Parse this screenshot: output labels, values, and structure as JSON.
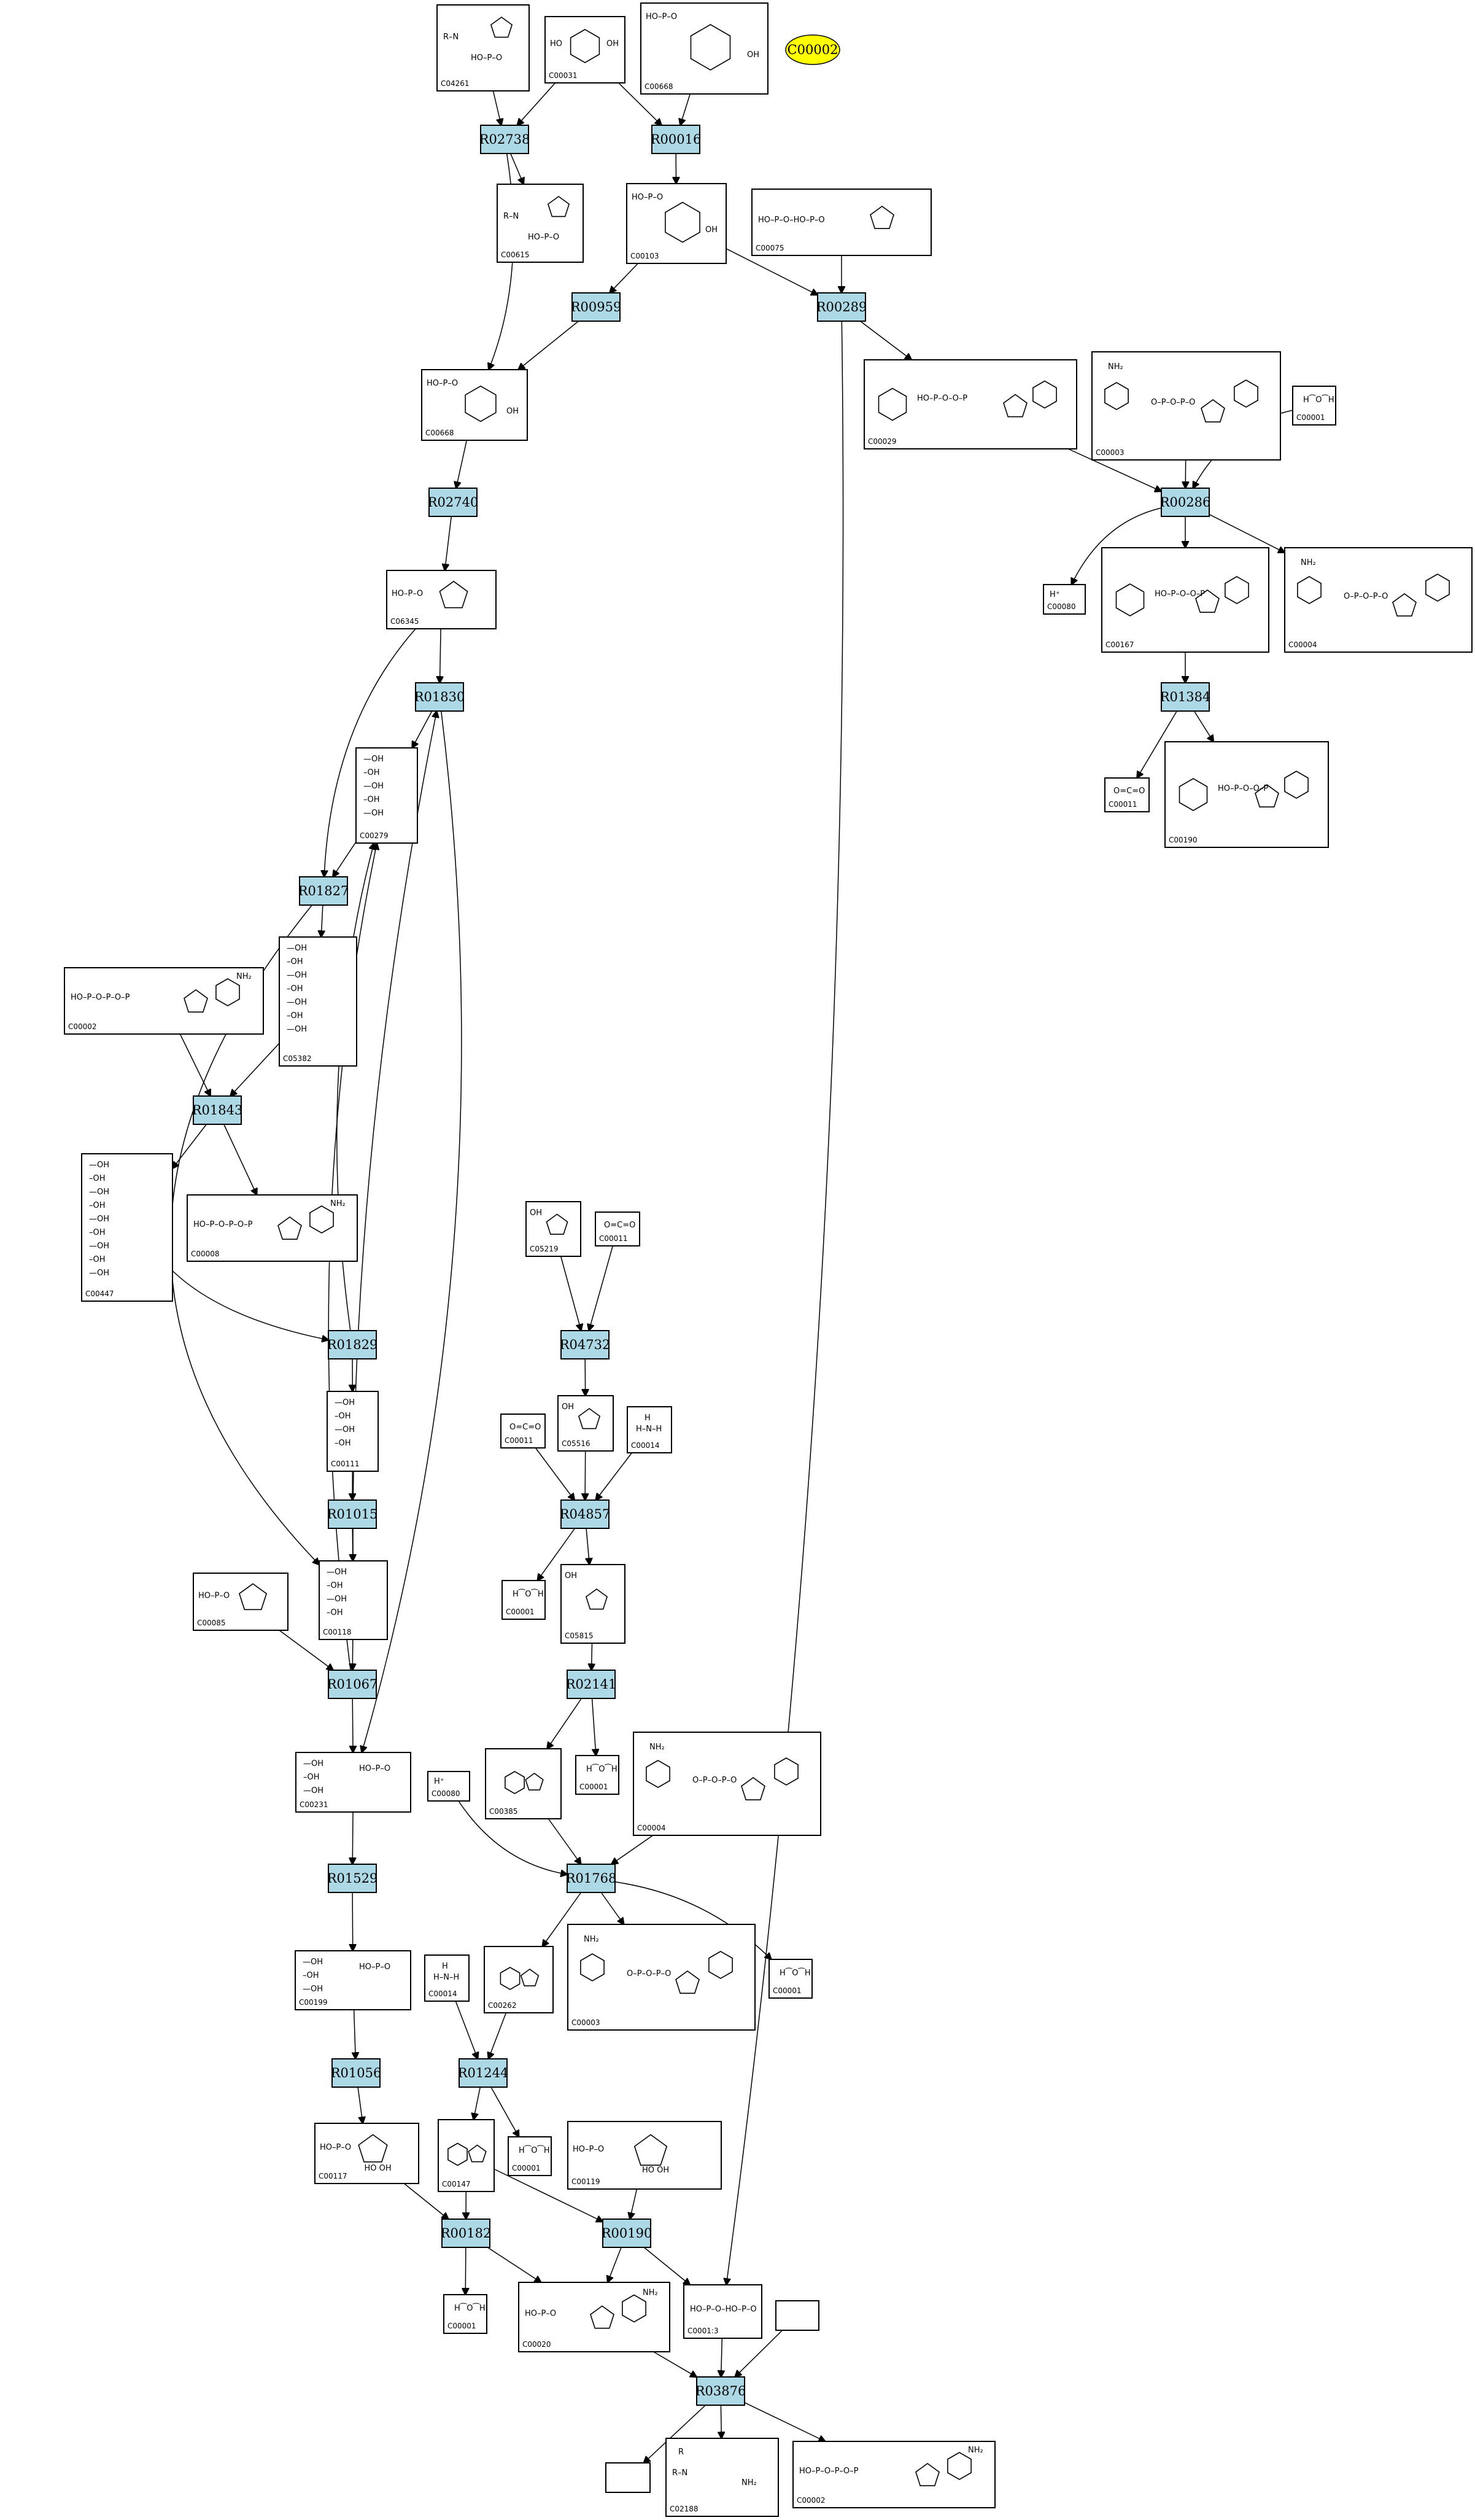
{
  "highlight": {
    "label": "C00002",
    "color": "#ffff00"
  },
  "colors": {
    "reaction_fill": "#add8e6",
    "compound_fill": "#ffffff",
    "stroke": "#000000"
  },
  "reactions": [
    {
      "id": "R02738",
      "label": "R02738"
    },
    {
      "id": "R00016",
      "label": "R00016"
    },
    {
      "id": "R00959",
      "label": "R00959"
    },
    {
      "id": "R00289",
      "label": "R00289"
    },
    {
      "id": "R02740",
      "label": "R02740"
    },
    {
      "id": "R00286",
      "label": "R00286"
    },
    {
      "id": "R01830",
      "label": "R01830"
    },
    {
      "id": "R01384",
      "label": "R01384"
    },
    {
      "id": "R01827",
      "label": "R01827"
    },
    {
      "id": "R01843",
      "label": "R01843"
    },
    {
      "id": "R04732",
      "label": "R04732"
    },
    {
      "id": "R01829",
      "label": "R01829"
    },
    {
      "id": "R01015",
      "label": "R01015"
    },
    {
      "id": "R04857",
      "label": "R04857"
    },
    {
      "id": "R01067",
      "label": "R01067"
    },
    {
      "id": "R02141",
      "label": "R02141"
    },
    {
      "id": "R01768",
      "label": "R01768"
    },
    {
      "id": "R01529",
      "label": "R01529"
    },
    {
      "id": "R01056",
      "label": "R01056"
    },
    {
      "id": "R01244",
      "label": "R01244"
    },
    {
      "id": "R00182",
      "label": "R00182"
    },
    {
      "id": "R00190",
      "label": "R00190"
    },
    {
      "id": "R03876",
      "label": "R03876"
    }
  ],
  "compounds": [
    {
      "id": "C04261",
      "label": "C04261"
    },
    {
      "id": "C00031a",
      "label": "C00031"
    },
    {
      "id": "C00668a",
      "label": "C00668"
    },
    {
      "id": "C00615",
      "label": "C00615"
    },
    {
      "id": "C00103",
      "label": "C00103"
    },
    {
      "id": "C00075",
      "label": "C00075"
    },
    {
      "id": "C00668b",
      "label": "C00668"
    },
    {
      "id": "C00029",
      "label": "C00029"
    },
    {
      "id": "C00003a",
      "label": "C00003"
    },
    {
      "id": "C00001a",
      "label": "C00001"
    },
    {
      "id": "C06345",
      "label": "C06345"
    },
    {
      "id": "C00080a",
      "label": "C00080"
    },
    {
      "id": "C00167",
      "label": "C00167"
    },
    {
      "id": "C00004a",
      "label": "C00004"
    },
    {
      "id": "C00279",
      "label": "C00279"
    },
    {
      "id": "C00011a",
      "label": "C00011"
    },
    {
      "id": "C00190",
      "label": "C00190"
    },
    {
      "id": "C00002a",
      "label": "C00002"
    },
    {
      "id": "C05382",
      "label": "C05382"
    },
    {
      "id": "C00447",
      "label": "C00447"
    },
    {
      "id": "C00008a",
      "label": "C00008"
    },
    {
      "id": "C05219",
      "label": "C05219"
    },
    {
      "id": "C00011b",
      "label": "C00011"
    },
    {
      "id": "C00011c",
      "label": "C00011"
    },
    {
      "id": "C05516",
      "label": "C05516"
    },
    {
      "id": "C00014a",
      "label": "C00014"
    },
    {
      "id": "C00111",
      "label": "C00111"
    },
    {
      "id": "C00085",
      "label": "C00085"
    },
    {
      "id": "C00118",
      "label": "C00118"
    },
    {
      "id": "C00001b",
      "label": "C00001"
    },
    {
      "id": "C05815",
      "label": "C05815"
    },
    {
      "id": "C00231",
      "label": "C00231"
    },
    {
      "id": "C00080b",
      "label": "C00080"
    },
    {
      "id": "C00385",
      "label": "C00385"
    },
    {
      "id": "C00001c",
      "label": "C00001"
    },
    {
      "id": "C00004b",
      "label": "C00004"
    },
    {
      "id": "C00199",
      "label": "C00199"
    },
    {
      "id": "C00014b",
      "label": "C00014"
    },
    {
      "id": "C00262",
      "label": "C00262"
    },
    {
      "id": "C00003b",
      "label": "C00003"
    },
    {
      "id": "C00001d",
      "label": "C00001"
    },
    {
      "id": "C00117",
      "label": "C00117"
    },
    {
      "id": "C00147",
      "label": "C00147"
    },
    {
      "id": "C00001e",
      "label": "C00001"
    },
    {
      "id": "C00119",
      "label": "C00119"
    },
    {
      "id": "C00001f",
      "label": "C00001"
    },
    {
      "id": "C00020",
      "label": "C00020"
    },
    {
      "id": "C00013",
      "label": "C0001:3"
    },
    {
      "id": "EMPTY1",
      "label": ""
    },
    {
      "id": "EMPTY2",
      "label": ""
    },
    {
      "id": "C02188",
      "label": "C02188"
    },
    {
      "id": "C00002b",
      "label": "C00002"
    }
  ],
  "structure_labels": {
    "water": "H⁀O⁀H",
    "proton": "H⁺",
    "co2": "O=C=O",
    "ammonia": "H–N–H",
    "hydroxyl": "OH",
    "phosphate": "HO–P–O",
    "amide": "NH₂"
  }
}
